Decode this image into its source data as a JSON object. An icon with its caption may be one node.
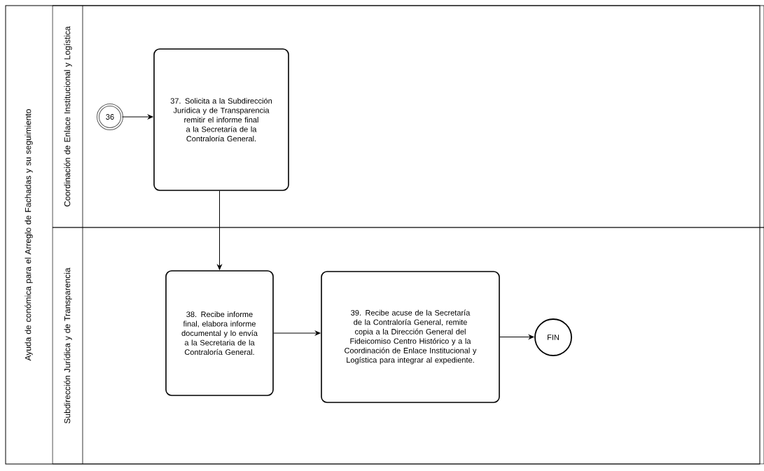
{
  "diagram": {
    "nodes": [
      {
        "text": [
          "Ayuda de conómica para el Arreglo de Fachadas y su seguimiento"
        ]
      },
      {
        "text": [
          "Coordinación de Enlace Institucional y Logística"
        ],
        "in": 0
      },
      {
        "text": [
          "Subdirección Jurídica y de Transparencia"
        ],
        "in": 0
      },
      {
        "text": [
          "36"
        ],
        "in": 1
      },
      {
        "text": [
          "37. Solicita a la Subdirección Jurídica y de Transparencia remitir el informe final a la Secretaría de la Contraloría General."
        ],
        "in": 1
      },
      {
        "text": [
          "38. Recibe informe final, elabora informe documental y lo envía a la Secretaria de la Contraloría General."
        ],
        "in": 2
      },
      {
        "text": [
          "39. Recibe acuse de la Secretaría de la Contraloría General, remite copia a la Dirección General del Fideicomiso Centro Histórico y a la Coordinación de Enlace Institucional y Logística para integrar al expediente."
        ],
        "in": 2
      },
      {
        "text": [
          "FIN"
        ],
        "in": 2
      }
    ],
    "edges": [
      {
        "from": 3,
        "to": 4,
        "arrow": "to"
      },
      {
        "from": 4,
        "to": 5,
        "arrow": "to"
      },
      {
        "from": 5,
        "to": 6,
        "arrow": "to"
      },
      {
        "from": 6,
        "to": 7,
        "arrow": "to"
      }
    ]
  }
}
